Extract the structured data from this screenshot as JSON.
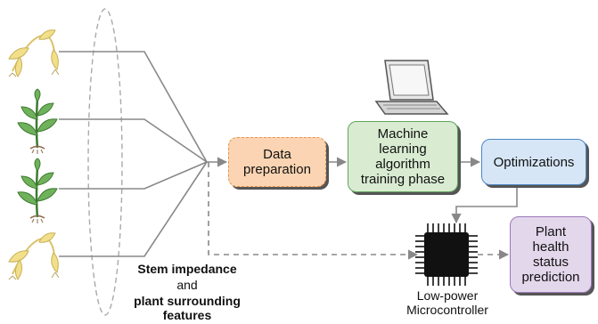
{
  "colors": {
    "data_prep_fill": "#fbd5b3",
    "data_prep_stroke": "#e8924a",
    "ml_fill": "#d9ecd2",
    "ml_stroke": "#5fa65a",
    "opt_fill": "#d6e6f7",
    "opt_stroke": "#4d86c4",
    "pred_fill": "#e3d7ec",
    "pred_stroke": "#9c79b8",
    "line": "#888888"
  },
  "icons": {
    "plants": [
      "wilted-plant-icon",
      "healthy-plant-icon",
      "healthy-plant-icon",
      "wilted-plant-icon"
    ],
    "laptop": "laptop-icon",
    "chip": "microcontroller-chip-icon"
  },
  "boxes": {
    "data_prep": "Data\npreparation",
    "ml": "Machine\nlearning\nalgorithm\ntraining phase",
    "opt": "Optimizations",
    "pred": "Plant\nhealth\nstatus\nprediction"
  },
  "labels": {
    "stem_impedance": "Stem impedance",
    "and": "and",
    "plant_features": "plant surrounding\nfeatures",
    "mcu": "Low-power\nMicrocontroller"
  }
}
